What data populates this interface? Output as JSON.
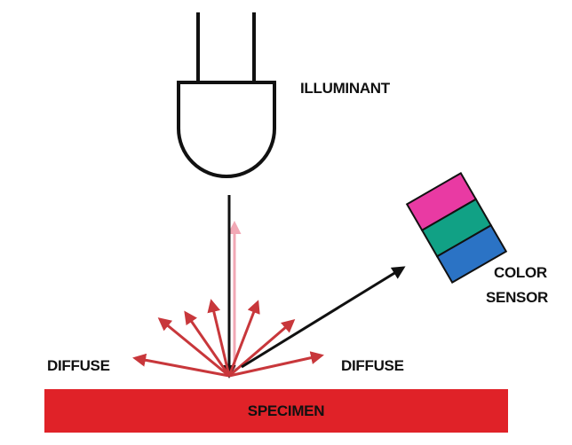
{
  "labels": {
    "illuminant": "ILLUMINANT",
    "sensor_line1": "COLOR",
    "sensor_line2": "SENSOR",
    "diffuse_left": "DIFFUSE",
    "diffuse_right": "DIFFUSE",
    "specimen": "SPECIMEN"
  },
  "colors": {
    "specimen": "#e02228",
    "diffuse_arrow": "#c8373b",
    "specular_arrow": "#f2a8b5",
    "incident_arrow": "#111111",
    "sensor_magenta": "#e93aa3",
    "sensor_green": "#11a185",
    "sensor_blue": "#2b73c5"
  }
}
